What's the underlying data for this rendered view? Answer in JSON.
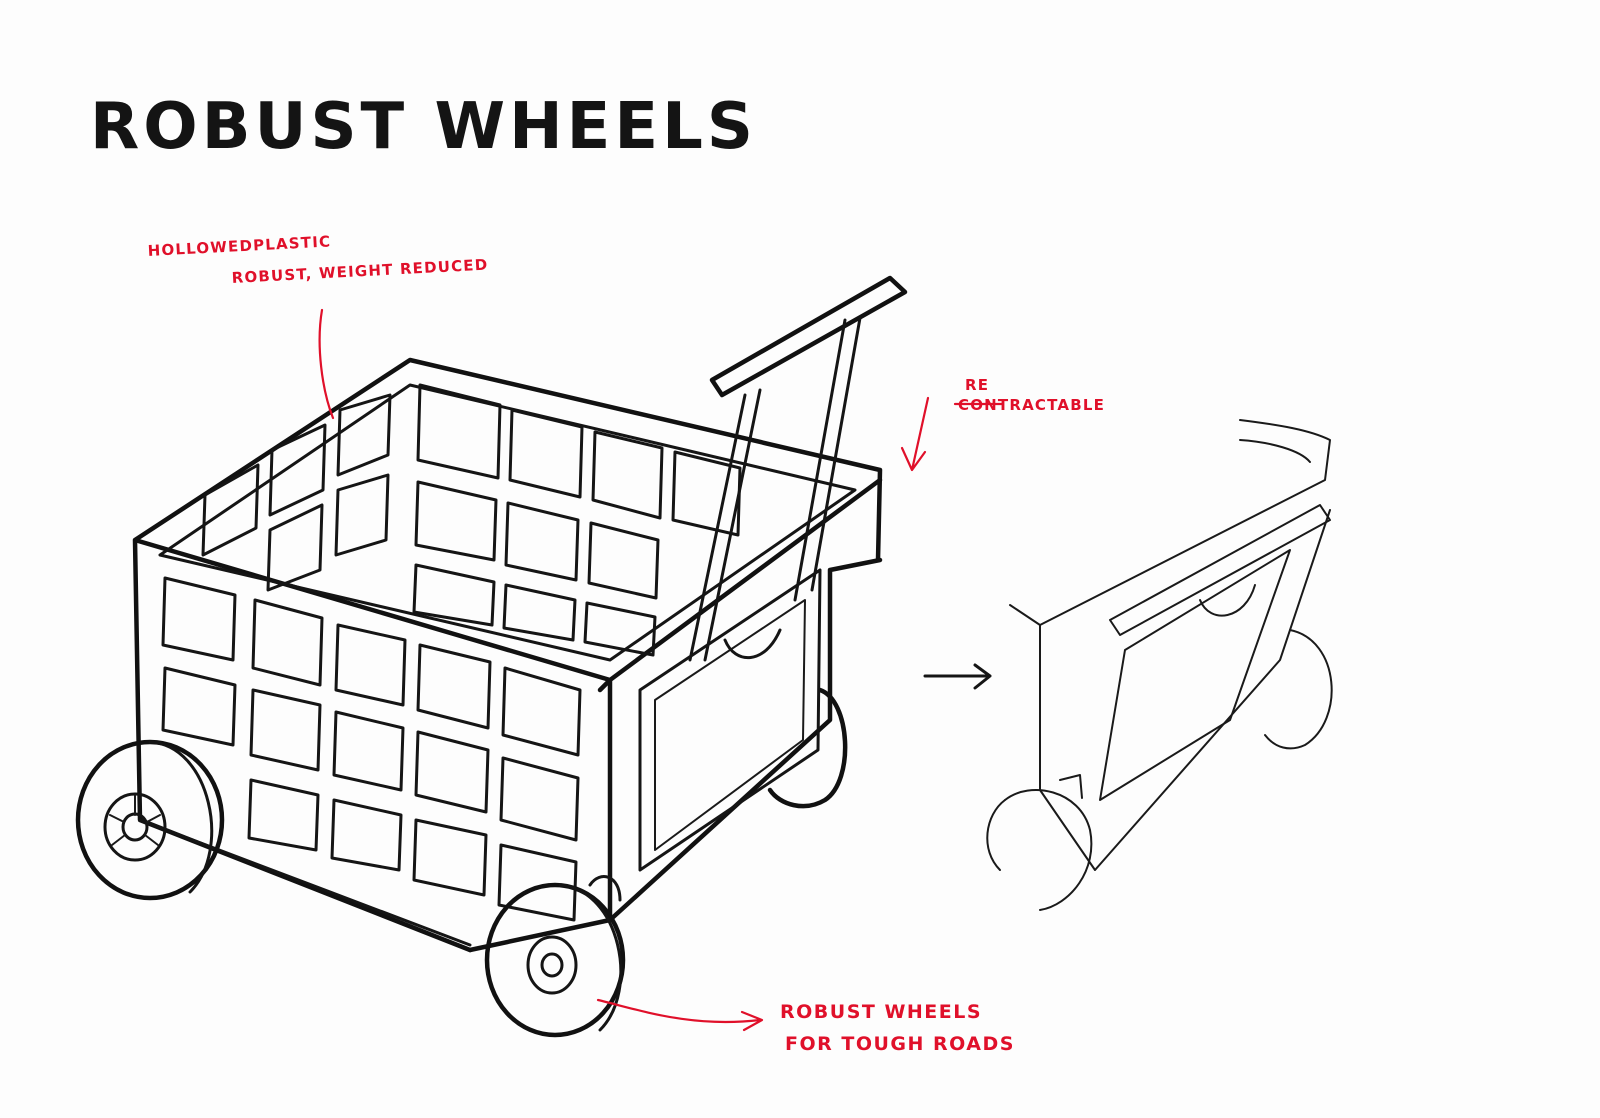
{
  "title": "ROBUST WHEELS",
  "annotations": {
    "plastic_line1": "HOLLOWEDPLASTIC",
    "plastic_line2": "ROBUST, WEIGHT REDUCED",
    "retract_line1": "RE",
    "retract_line2": "CONTRACTABLE",
    "wheels_line1": "ROBUST WHEELS",
    "wheels_line2": "FOR TOUGH ROADS"
  },
  "colors": {
    "ink": "#151515",
    "annotation_red": "#e0102a",
    "paper": "#fdfdfd"
  }
}
